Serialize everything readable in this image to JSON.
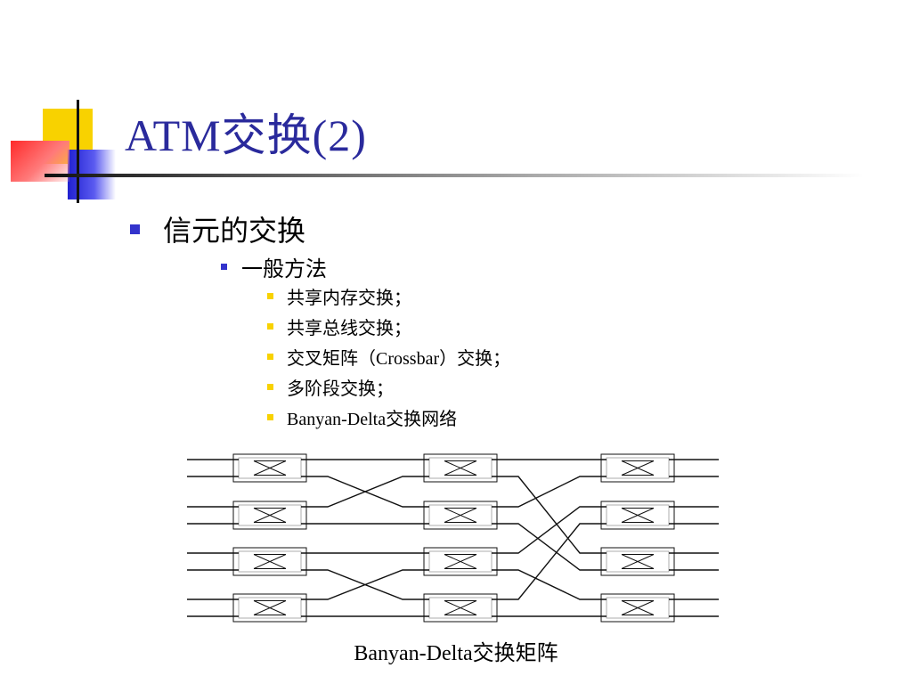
{
  "slide": {
    "title": "ATM交换(2)",
    "bullet_level1": "信元的交换",
    "bullet_level2": "一般方法",
    "bullets_level3": [
      "共享内存交换；",
      "共享总线交换；",
      "交叉矩阵（Crossbar）交换；",
      "多阶段交换；",
      "Banyan-Delta交换网络"
    ],
    "diagram_caption": "Banyan-Delta交换矩阵"
  },
  "network": {
    "stages": 3,
    "switches_per_stage": 4,
    "ports_per_switch": 2
  },
  "colors": {
    "title": "#2a2a9c",
    "bullet_primary": "#3333cc",
    "bullet_secondary": "#f8d200",
    "deco_yellow": "#f8d200",
    "deco_blue": "#2020d0",
    "deco_red": "#ff2a2a"
  }
}
